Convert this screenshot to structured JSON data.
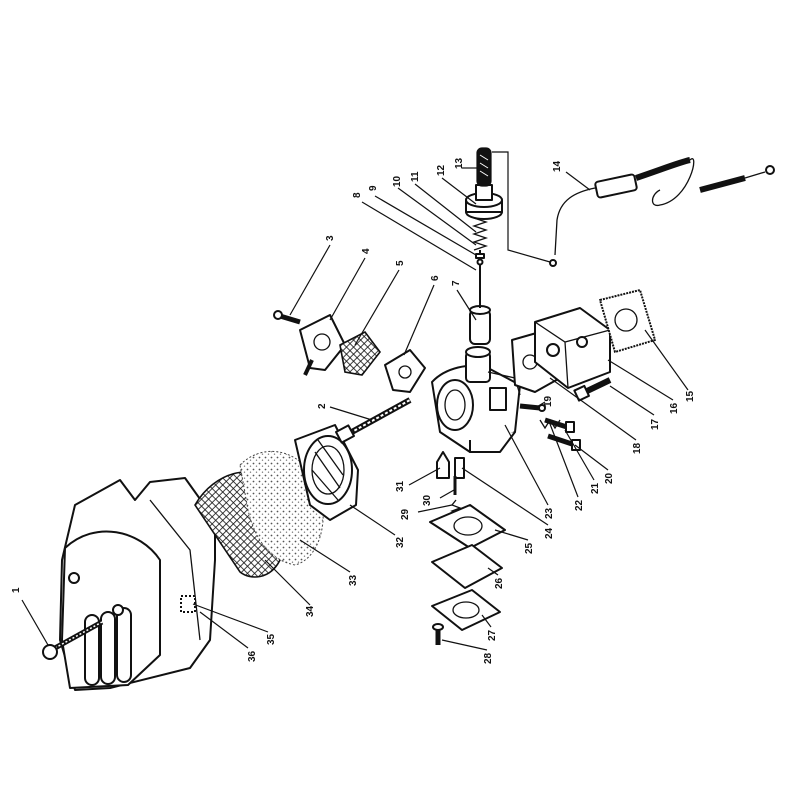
{
  "diagram": {
    "callouts": [
      {
        "id": "c1",
        "text": "1"
      },
      {
        "id": "c2",
        "text": "2"
      },
      {
        "id": "c3",
        "text": "3"
      },
      {
        "id": "c4",
        "text": "4"
      },
      {
        "id": "c5",
        "text": "5"
      },
      {
        "id": "c6",
        "text": "6"
      },
      {
        "id": "c7",
        "text": "7"
      },
      {
        "id": "c8",
        "text": "8"
      },
      {
        "id": "c9",
        "text": "9"
      },
      {
        "id": "c10",
        "text": "10"
      },
      {
        "id": "c11",
        "text": "11"
      },
      {
        "id": "c12",
        "text": "12"
      },
      {
        "id": "c13",
        "text": "13"
      },
      {
        "id": "c14",
        "text": "14"
      },
      {
        "id": "c15",
        "text": "15"
      },
      {
        "id": "c16",
        "text": "16"
      },
      {
        "id": "c17",
        "text": "17"
      },
      {
        "id": "c18",
        "text": "18"
      },
      {
        "id": "c19",
        "text": "19"
      },
      {
        "id": "c20",
        "text": "20"
      },
      {
        "id": "c21",
        "text": "21"
      },
      {
        "id": "c22",
        "text": "22"
      },
      {
        "id": "c23",
        "text": "23"
      },
      {
        "id": "c24",
        "text": "24"
      },
      {
        "id": "c25",
        "text": "25"
      },
      {
        "id": "c26",
        "text": "26"
      },
      {
        "id": "c27",
        "text": "27"
      },
      {
        "id": "c28",
        "text": "28"
      },
      {
        "id": "c29",
        "text": "29"
      },
      {
        "id": "c30",
        "text": "30"
      },
      {
        "id": "c31",
        "text": "31"
      },
      {
        "id": "c32",
        "text": "32"
      },
      {
        "id": "c33",
        "text": "33"
      },
      {
        "id": "c34",
        "text": "34"
      },
      {
        "id": "c35",
        "text": "35"
      },
      {
        "id": "c36",
        "text": "36"
      }
    ]
  }
}
